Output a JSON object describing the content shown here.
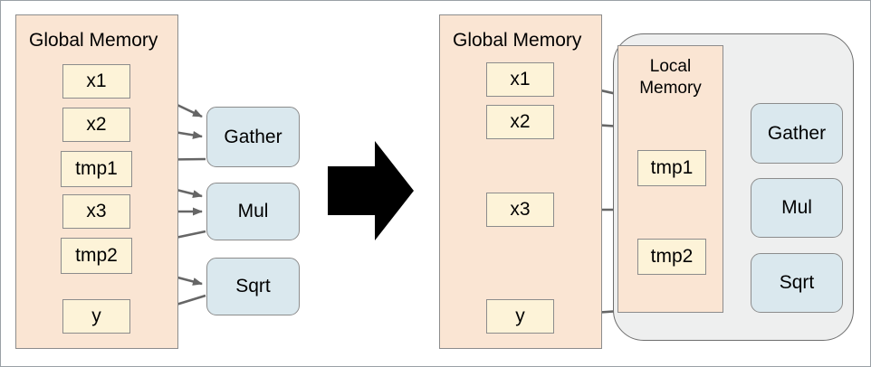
{
  "figure": {
    "title": "Global memory vs local memory dataflow comparison",
    "colors": {
      "memory_panel_fill": "#fae5d3",
      "memory_box_fill": "#fdf3d8",
      "op_box_fill": "#dae8ee",
      "shell_fill": "#eeefef",
      "edge_stroke": "#666666",
      "box_border": "#8c8c8c",
      "transition_arrow": "#000000"
    }
  },
  "left": {
    "panel_label": "Global Memory",
    "memory_boxes": [
      {
        "id": "x1",
        "label": "x1"
      },
      {
        "id": "x2",
        "label": "x2"
      },
      {
        "id": "tmp1",
        "label": "tmp1"
      },
      {
        "id": "x3",
        "label": "x3"
      },
      {
        "id": "tmp2",
        "label": "tmp2"
      },
      {
        "id": "y",
        "label": "y"
      }
    ],
    "ops": [
      {
        "id": "gather",
        "label": "Gather"
      },
      {
        "id": "mul",
        "label": "Mul"
      },
      {
        "id": "sqrt",
        "label": "Sqrt"
      }
    ],
    "edges": [
      {
        "from": "x1",
        "to": "gather"
      },
      {
        "from": "x2",
        "to": "gather"
      },
      {
        "from": "gather",
        "to": "tmp1"
      },
      {
        "from": "tmp1",
        "to": "mul"
      },
      {
        "from": "x3",
        "to": "mul"
      },
      {
        "from": "mul",
        "to": "tmp2"
      },
      {
        "from": "tmp2",
        "to": "sqrt"
      },
      {
        "from": "sqrt",
        "to": "y"
      }
    ]
  },
  "transition": {
    "icon": "right-arrow-icon"
  },
  "right": {
    "panel_label": "Global Memory",
    "local_panel_label": "Local\nMemory",
    "global_memory_boxes": [
      {
        "id": "x1",
        "label": "x1"
      },
      {
        "id": "x2",
        "label": "x2"
      },
      {
        "id": "x3",
        "label": "x3"
      },
      {
        "id": "y",
        "label": "y"
      }
    ],
    "local_memory_boxes": [
      {
        "id": "tmp1",
        "label": "tmp1"
      },
      {
        "id": "tmp2",
        "label": "tmp2"
      }
    ],
    "ops": [
      {
        "id": "gather",
        "label": "Gather"
      },
      {
        "id": "mul",
        "label": "Mul"
      },
      {
        "id": "sqrt",
        "label": "Sqrt"
      }
    ],
    "edges": [
      {
        "from": "x1",
        "to": "gather"
      },
      {
        "from": "x2",
        "to": "gather"
      },
      {
        "from": "gather",
        "to": "tmp1"
      },
      {
        "from": "tmp1",
        "to": "mul"
      },
      {
        "from": "x3",
        "to": "mul"
      },
      {
        "from": "mul",
        "to": "tmp2"
      },
      {
        "from": "tmp2",
        "to": "sqrt"
      },
      {
        "from": "sqrt",
        "to": "y"
      }
    ]
  }
}
